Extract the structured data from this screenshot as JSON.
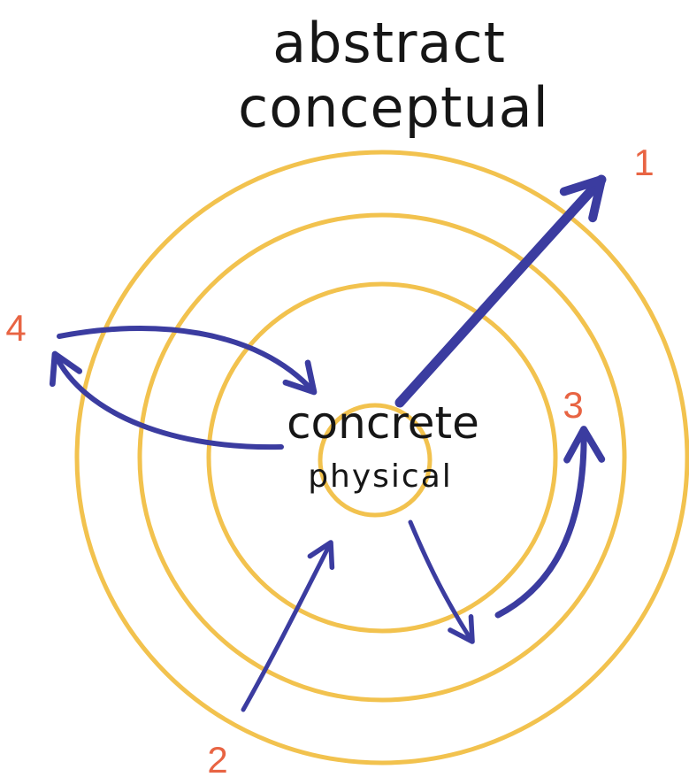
{
  "title": {
    "line1": "abstract",
    "line2": "conceptual"
  },
  "center": {
    "line1": "concrete",
    "line2": "physical"
  },
  "labels": {
    "n1": "1",
    "n2": "2",
    "n3": "3",
    "n4": "4"
  },
  "colors": {
    "ring": "#F2C24E",
    "arrow": "#3B3CA0",
    "number": "#E86443",
    "text": "#161616"
  }
}
